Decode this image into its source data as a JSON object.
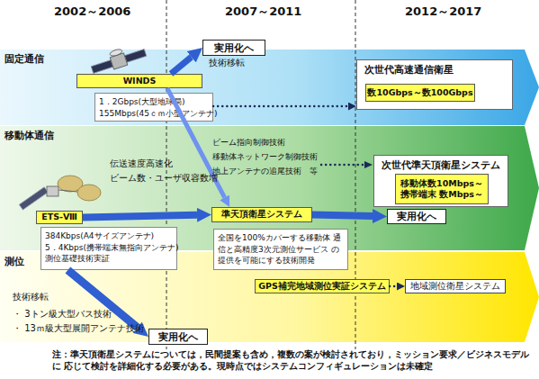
{
  "diagram": {
    "nodes": [
      {
        "text": [
          "固定通信"
        ]
      },
      {
        "text": [
          "実用化へ"
        ],
        "in": 0
      },
      {
        "text": [
          "WINDS"
        ],
        "in": 0
      },
      {
        "text": [
          "1．2Gbps(大型地球局)",
          "155Mbps(45ｃｍ小型アンテナ)"
        ],
        "in": 0
      },
      {
        "text": [
          "次世代高速通信衛星"
        ],
        "in": 0
      },
      {
        "text": [
          "数10Gbps～数100Gbps"
        ],
        "in": 4
      },
      {
        "text": [
          "移動体通信"
        ]
      },
      {
        "text": [
          "ETS-Ⅷ"
        ],
        "in": 6
      },
      {
        "text": [
          "384Kbps(A4サイズアンテナ)",
          "5．4Kbps(携帯端末無指向アンテナ)",
          "測位基礎技術実証"
        ],
        "in": 6
      },
      {
        "text": [
          "準天頂衛星システム"
        ],
        "in": 6
      },
      {
        "text": [
          "全国を100%カバーする移動体 通信と高精度3次元測位サービス の提供を可能にする技術開発"
        ],
        "in": 6
      },
      {
        "text": [
          "実用化へ"
        ],
        "in": 6
      },
      {
        "text": [
          "次世代準天頂衛星システム"
        ],
        "in": 6
      },
      {
        "text": [
          "移動体数10Mbps～",
          "携帯端末 数Mbps～"
        ],
        "in": 12
      },
      {
        "text": [
          "測位"
        ]
      },
      {
        "text": [
          "実用化へ"
        ],
        "in": 14
      },
      {
        "text": [
          "GPS補完地域測位実証システム"
        ],
        "in": 14
      },
      {
        "text": [
          "地域測位衛星システム"
        ],
        "in": 14
      }
    ],
    "edges": [
      {
        "from": 2,
        "to": 1,
        "arrow": "to",
        "label": "技術移転"
      },
      {
        "from": 3,
        "to": 4,
        "arrow": "to"
      },
      {
        "from": 2,
        "to": 9,
        "arrow": "to"
      },
      {
        "from": 7,
        "to": 9,
        "arrow": "to"
      },
      {
        "from": 9,
        "to": 11,
        "arrow": "to"
      },
      {
        "from": 8,
        "to": 15,
        "arrow": "to"
      },
      {
        "from": 16,
        "to": 17,
        "arrow": "to"
      }
    ],
    "labels": [
      "2002～2006",
      "2007～2011",
      "2012～2017",
      "ビーム指向制御技術",
      "移動体ネットワーク制御技術",
      "地上アンテナの追尾技術　等",
      "伝送速度高速化",
      "ビーム数・ユーザ収容数増",
      "技術移転",
      "・ 3トン級大型バス技術",
      "・ 13ｍ級大型展開アンテナ技術",
      "注：準天頂衛星システムについては，民間提案も含め，複数の案が検討されており，ミッション要求／ビジネスモデルに 応じて検討を詳細化する必要がある。現時点ではシステムコンフィギュレーションは未確定"
    ]
  }
}
